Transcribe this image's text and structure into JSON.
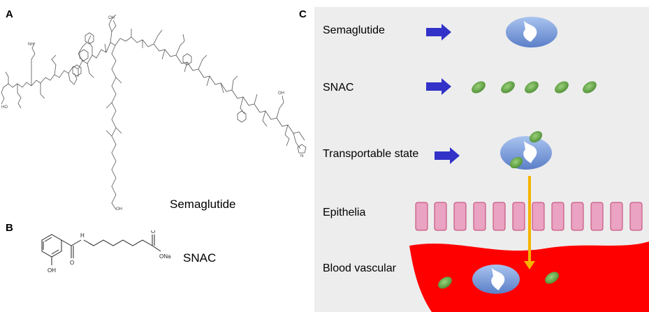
{
  "panels": {
    "a": "A",
    "b": "B",
    "c": "C"
  },
  "panel_a": {
    "label": "Semaglutide"
  },
  "panel_b": {
    "label": "SNAC",
    "atoms": {
      "oh": "OH",
      "nh": "H",
      "ona": "ONa",
      "o1": "O",
      "o2": "O"
    }
  },
  "panel_c": {
    "rows": [
      {
        "label": "Semaglutide"
      },
      {
        "label": "SNAC"
      },
      {
        "label": "Transportable state"
      },
      {
        "label": "Epithelia"
      },
      {
        "label": "Blood vascular"
      }
    ]
  },
  "colors": {
    "arrow_blue": "#3232c8",
    "arrow_orange": "#f5b300",
    "molecule_blue": "#6c8fd4",
    "snac_green": "#6aa84f",
    "epithelia_pink": "#e8a0c0",
    "epithelia_border": "#c04070",
    "blood_red": "#ff0000",
    "panel_bg": "#ededed"
  }
}
